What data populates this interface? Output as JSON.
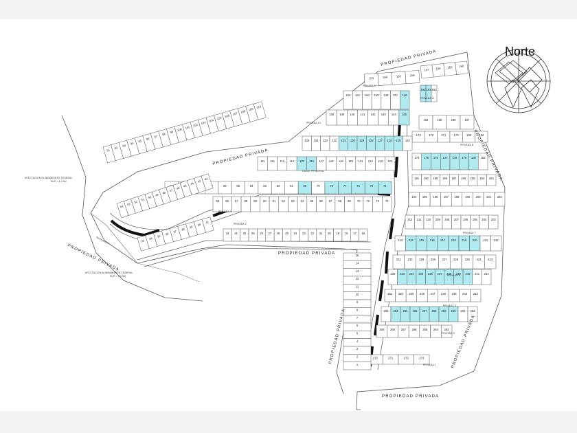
{
  "compass": {
    "label": "Norte"
  },
  "labels": {
    "propiedad_privada": "PROPIEDAD PRIVADA",
    "calle_principal": "CALLE PRINCIPAL",
    "afectacion_top": "AFECTACION ALINEAMIENTO FEDERAL",
    "afectacion_top_area": "SUP.= 4,3 M2",
    "afectacion_bottom": "AFECTACION ALINEAMIENTO FEDERAL",
    "afectacion_bottom_area": "SUP.= 6,3 M2",
    "barranca": "BARRANCA",
    "privada_1": "PRIVADA 1",
    "privada_2": "PRIVADA 2",
    "privada_3": "PRIVADA 3",
    "privada_4": "PRIVADA 4",
    "privada_5": "PRIVADA 5",
    "privada_6": "PRIVADA 6",
    "privada_7": "PRIVADA 7",
    "privada_8": "PRIVADA 8",
    "privada_9": "PRIVADA 9",
    "privada_10": "PRIVADA 10",
    "privada_11": "PRIVADA 11"
  },
  "colors": {
    "highlight": "#aeeaf0",
    "line": "#555555",
    "road_marker": "#111111"
  },
  "lot_rows": [
    {
      "lots": [
        "157",
        "158",
        "159",
        "160"
      ],
      "highlight": []
    },
    {
      "lots": [
        "153",
        "154",
        "155",
        "156"
      ],
      "highlight": []
    },
    {
      "lots": [
        "162",
        "163",
        "161"
      ],
      "highlight": [
        "162",
        "163"
      ]
    },
    {
      "lots": [
        "152",
        "151",
        "150",
        "149",
        "148",
        "147",
        "146"
      ],
      "highlight": [
        "146"
      ]
    },
    {
      "lots": [
        "138",
        "139",
        "140",
        "141",
        "142",
        "143",
        "144",
        "145"
      ],
      "highlight": [
        "145"
      ]
    },
    {
      "lots": [
        "164",
        "165",
        "166",
        "167"
      ],
      "highlight": []
    },
    {
      "lots": [
        "173",
        "172",
        "171",
        "170",
        "169",
        "168"
      ],
      "highlight": []
    },
    {
      "lots": [
        "135",
        "134",
        "133",
        "132",
        "131",
        "130",
        "129",
        "128",
        "127",
        "126",
        "125",
        "120"
      ],
      "highlight": [
        "131",
        "130",
        "129",
        "128",
        "127",
        "126",
        "125"
      ]
    },
    {
      "lots": [
        "111",
        "112",
        "113",
        "114",
        "115",
        "116",
        "117",
        "118",
        "119",
        "120",
        "121",
        "122",
        "123",
        "124"
      ],
      "highlight": [
        "115",
        "116"
      ]
    },
    {
      "lots": [
        "174",
        "175",
        "176",
        "177",
        "178",
        "179",
        "180",
        "182"
      ],
      "highlight": [
        "175",
        "176",
        "177",
        "178",
        "179",
        "180"
      ]
    },
    {
      "lots": [
        "191",
        "190",
        "189",
        "188",
        "187",
        "186",
        "185",
        "184",
        "183"
      ],
      "highlight": []
    },
    {
      "lots": [
        "90",
        "89",
        "88",
        "87",
        "86",
        "85",
        "84",
        "83",
        "82",
        "81",
        "80",
        "79",
        "78",
        "77",
        "76",
        "75",
        "74"
      ],
      "highlight": [
        "80",
        "78",
        "77",
        "76",
        "75",
        "74"
      ]
    },
    {
      "lots": [
        "194",
        "195",
        "196",
        "197",
        "198",
        "199",
        "200",
        "201",
        "202"
      ],
      "highlight": []
    },
    {
      "lots": [
        "55",
        "56",
        "57",
        "58",
        "59",
        "60",
        "61",
        "62",
        "63",
        "64",
        "65",
        "66",
        "67",
        "68",
        "69",
        "70",
        "71",
        "72",
        "73"
      ],
      "highlight": []
    },
    {
      "lots": [
        "212",
        "211",
        "210",
        "209",
        "208",
        "207",
        "206",
        "205",
        "204",
        "203"
      ],
      "highlight": []
    },
    {
      "lots": [
        "32",
        "31",
        "30",
        "29",
        "28",
        "27",
        "26",
        "25",
        "24",
        "23",
        "22",
        "21",
        "20",
        "19",
        "18",
        "17",
        "16"
      ],
      "highlight": []
    },
    {
      "lots": [
        "213",
        "214",
        "215",
        "216",
        "217",
        "218",
        "219",
        "220",
        "221",
        "222"
      ],
      "highlight": [
        "214",
        "215",
        "216",
        "217",
        "218",
        "219",
        "220"
      ]
    },
    {
      "lots": [
        "231",
        "230",
        "229",
        "228",
        "227",
        "226",
        "225",
        "224",
        "223"
      ],
      "highlight": []
    },
    {
      "lots": [
        "232",
        "233",
        "234",
        "235",
        "236",
        "237",
        "238",
        "239",
        "240",
        "241",
        "242"
      ],
      "highlight": [
        "233",
        "234",
        "235",
        "236",
        "237",
        "238",
        "239",
        "240"
      ]
    },
    {
      "lots": [
        "251",
        "250",
        "249",
        "248",
        "247",
        "246",
        "245",
        "244",
        "243"
      ],
      "highlight": []
    },
    {
      "lots": [
        "253",
        "254",
        "255",
        "256",
        "257",
        "258",
        "259",
        "260",
        "261",
        "262"
      ],
      "highlight": [
        "254",
        "255",
        "256",
        "257",
        "258",
        "259",
        "260"
      ]
    },
    {
      "lots": [
        "269",
        "268",
        "267",
        "266",
        "265",
        "264",
        "263"
      ],
      "highlight": []
    },
    {
      "lots": [
        "270",
        "271",
        "272",
        "273"
      ],
      "highlight": []
    },
    {
      "lots": [
        "91",
        "92",
        "93",
        "94",
        "95",
        "96",
        "97",
        "98",
        "99",
        "100",
        "101",
        "102",
        "103",
        "104",
        "105",
        "106",
        "107",
        "108",
        "109",
        "110"
      ],
      "highlight": []
    },
    {
      "lots": [
        "54",
        "53",
        "52",
        "51",
        "50",
        "49",
        "48",
        "47",
        "46",
        "45",
        "44",
        "43",
        "42"
      ],
      "highlight": []
    },
    {
      "lots": [
        "33",
        "34",
        "35",
        "36",
        "37",
        "38",
        "39",
        "40",
        "41"
      ],
      "highlight": []
    },
    {
      "lots": [
        "15",
        "14",
        "13",
        "12",
        "11",
        "10",
        "9",
        "8",
        "7",
        "6",
        "5",
        "4",
        "3",
        "2",
        "1"
      ],
      "highlight": []
    }
  ]
}
